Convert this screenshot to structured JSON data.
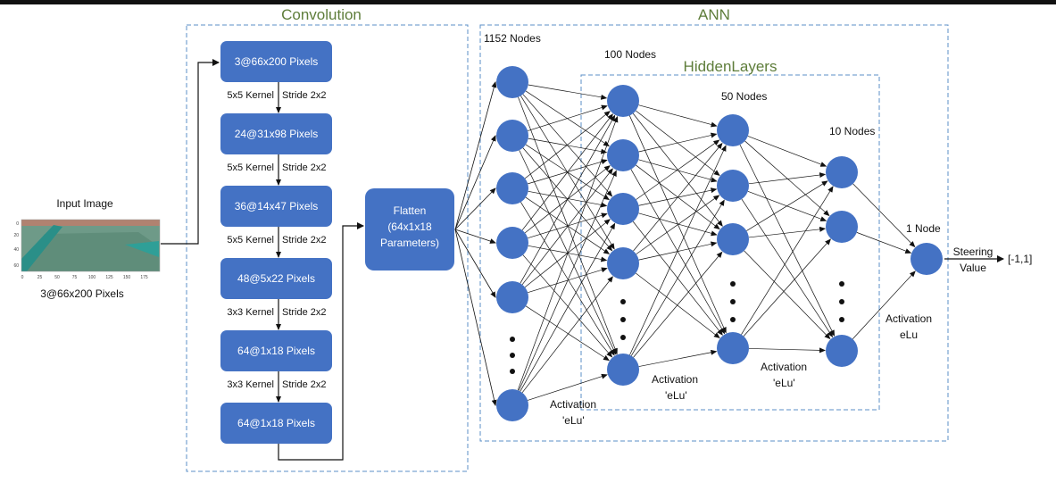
{
  "titles": {
    "convolution": "Convolution",
    "ann": "ANN",
    "hidden_layers": "HiddenLayers"
  },
  "input": {
    "label": "Input Image",
    "size": "3@66x200 Pixels",
    "y_ticks": [
      "0",
      "20",
      "40",
      "60"
    ],
    "x_ticks": [
      "0",
      "25",
      "50",
      "75",
      "100",
      "125",
      "150",
      "175"
    ]
  },
  "conv_boxes": [
    "3@66x200 Pixels",
    "24@31x98 Pixels",
    "36@14x47 Pixels",
    "48@5x22 Pixels",
    "64@1x18 Pixels",
    "64@1x18 Pixels"
  ],
  "conv_links": [
    {
      "kernel": "5x5 Kernel",
      "stride": "Stride 2x2"
    },
    {
      "kernel": "5x5 Kernel",
      "stride": "Stride 2x2"
    },
    {
      "kernel": "5x5 Kernel",
      "stride": "Stride 2x2"
    },
    {
      "kernel": "3x3 Kernel",
      "stride": "Stride 2x2"
    },
    {
      "kernel": "3x3 Kernel",
      "stride": "Stride 2x2"
    }
  ],
  "flatten": [
    "Flatten",
    "(64x1x18",
    "Parameters)"
  ],
  "layers": {
    "l1": "1152 Nodes",
    "l2": "100 Nodes",
    "l3": "50 Nodes",
    "l4": "10 Nodes",
    "out": "1 Node"
  },
  "activations": [
    {
      "line1": "Activation",
      "line2": "'eLu'"
    },
    {
      "line1": "Activation",
      "line2": "'eLu'"
    },
    {
      "line1": "Activation",
      "line2": "'eLu'"
    },
    {
      "line1": "Activation",
      "line2": "eLu"
    }
  ],
  "output": {
    "line1": "Steering",
    "line2": "Value",
    "range": "[-1,1]"
  },
  "colors": {
    "box": "#4472c4",
    "node": "#4472c4",
    "dashed": "#5b8fc7",
    "title": "#5e7d3a"
  }
}
